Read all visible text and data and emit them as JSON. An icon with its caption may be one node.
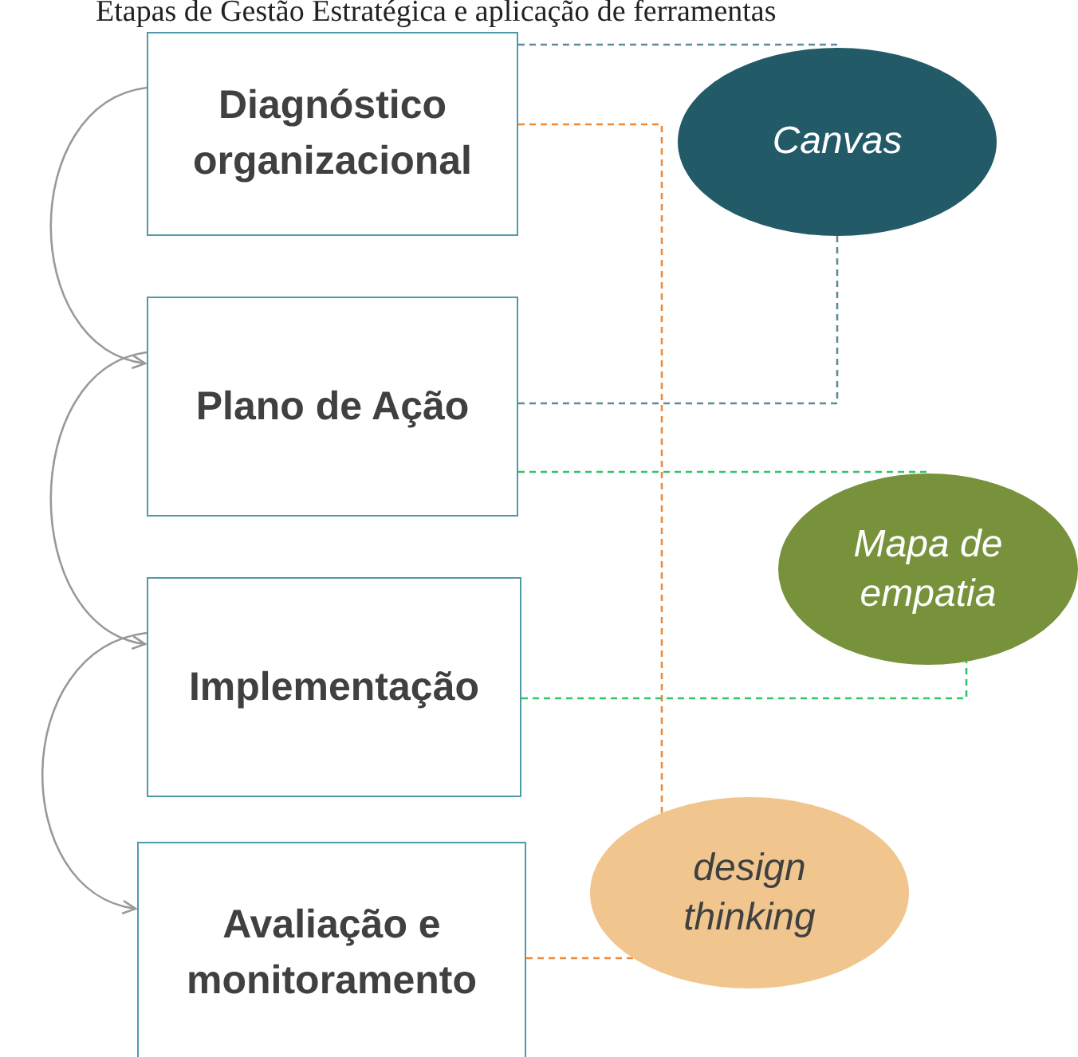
{
  "diagram": {
    "title": "Etapas de Gestão Estratégica e aplicação de ferramentas",
    "nodes": [
      {
        "text": [
          "Diagnóstico organizacional"
        ]
      },
      {
        "text": [
          "Plano de Ação"
        ]
      },
      {
        "text": [
          "Implementação"
        ]
      },
      {
        "text": [
          "Avaliação e monitoramento"
        ]
      },
      {
        "text": [
          "Canvas"
        ]
      },
      {
        "text": [
          "Mapa de empatia"
        ]
      },
      {
        "text": [
          "design thinking"
        ]
      }
    ],
    "edges": [
      {
        "from": 0,
        "to": 1,
        "arrow": "to"
      },
      {
        "from": 1,
        "to": 2,
        "arrow": "to"
      },
      {
        "from": 2,
        "to": 3,
        "arrow": "to"
      },
      {
        "from": 0,
        "to": 4,
        "arrow": "none",
        "style": "dashed",
        "color": "#5f8a99"
      },
      {
        "from": 1,
        "to": 4,
        "arrow": "none",
        "style": "dashed",
        "color": "#5f8a99"
      },
      {
        "from": 0,
        "to": 6,
        "arrow": "none",
        "style": "dashed",
        "color": "#ed8a3a"
      },
      {
        "from": 3,
        "to": 6,
        "arrow": "none",
        "style": "dashed",
        "color": "#ed8a3a"
      },
      {
        "from": 1,
        "to": 5,
        "arrow": "none",
        "style": "dashed",
        "color": "#33c46a"
      },
      {
        "from": 2,
        "to": 5,
        "arrow": "none",
        "style": "dashed",
        "color": "#33c46a"
      }
    ]
  }
}
